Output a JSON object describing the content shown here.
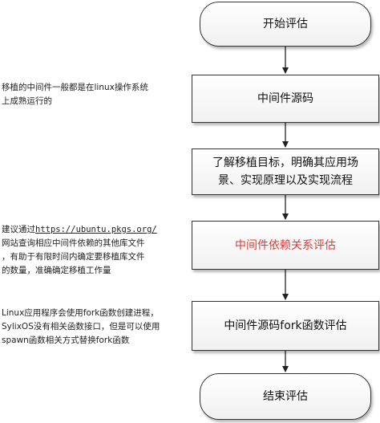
{
  "flow": {
    "steps": [
      {
        "label": "开始评估"
      },
      {
        "label": "中间件源码"
      },
      {
        "line1": "了解移植目标，明确其应用场",
        "line2": "景、实现原理以及实现流程"
      },
      {
        "label": "中间件依赖关系评估"
      },
      {
        "label": "中间件源码fork函数评估"
      },
      {
        "label": "结束评估"
      }
    ],
    "highlight_color": "#e53935"
  },
  "notes": {
    "note1": {
      "line1": "移植的中间件一般都是在linux操作系统",
      "line2": "上成熟运行的"
    },
    "note2": {
      "prefix": "建议通过",
      "url": "https://ubuntu.pkgs.org/",
      "line2": "网站查询相应中间件依赖的其他库文件",
      "line3": "，有助于有限时间内确定要移植库文件",
      "line4": "的数量，准确确定移植工作量"
    },
    "note3": {
      "line1": "Linux应用程序会使用fork函数创建进程，",
      "line2": "SylixOS没有相关函数接口，但是可以使用",
      "line3": "spawn函数相关方式替换fork函数"
    }
  }
}
